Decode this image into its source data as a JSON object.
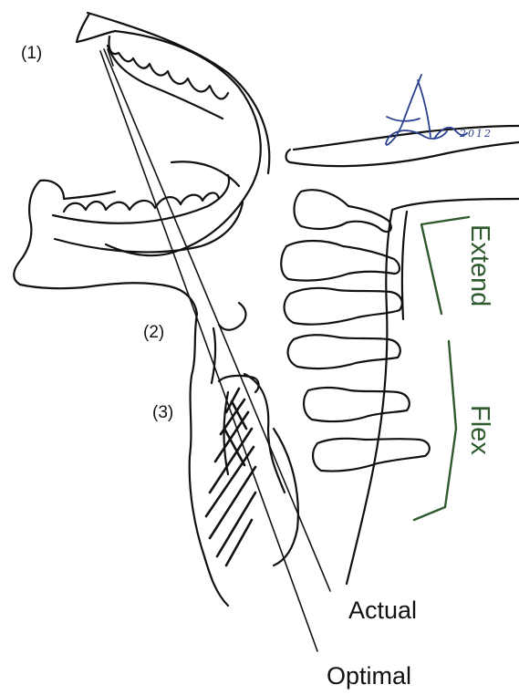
{
  "labels": {
    "point_1": "(1)",
    "point_2": "(2)",
    "point_3": "(3)",
    "actual": "Actual",
    "optimal": "Optimal",
    "extend": "Extend",
    "flex": "Flex"
  },
  "signature": {
    "year": "2012"
  },
  "colors": {
    "ink": "#111111",
    "extend_flex": "#2f5a2f",
    "signature": "#2b3f8f"
  }
}
